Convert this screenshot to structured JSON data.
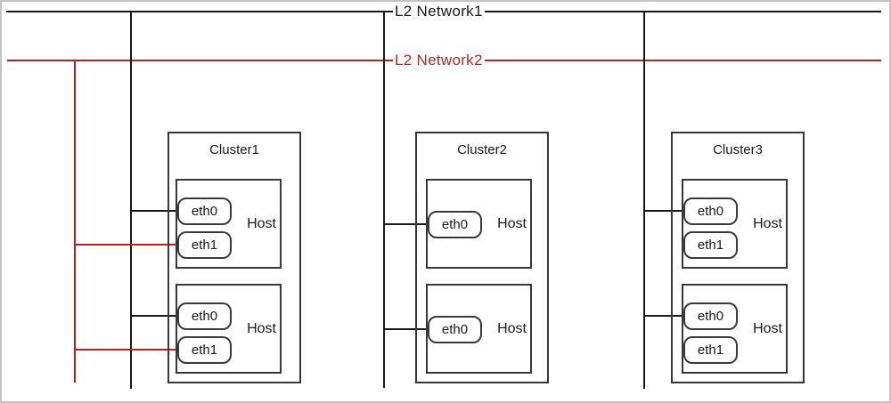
{
  "networks": [
    {
      "label": "L2 Network1",
      "color": "#1a1a1a"
    },
    {
      "label": "L2 Network2",
      "color": "#b22222"
    }
  ],
  "clusters": [
    {
      "label": "Cluster1",
      "hosts": [
        {
          "label": "Host",
          "interfaces": [
            {
              "label": "eth0",
              "connected_to": "L2 Network1"
            },
            {
              "label": "eth1",
              "connected_to": "L2 Network2"
            }
          ]
        },
        {
          "label": "Host",
          "interfaces": [
            {
              "label": "eth0",
              "connected_to": "L2 Network1"
            },
            {
              "label": "eth1",
              "connected_to": "L2 Network2"
            }
          ]
        }
      ]
    },
    {
      "label": "Cluster2",
      "hosts": [
        {
          "label": "Host",
          "interfaces": [
            {
              "label": "eth0",
              "connected_to": "L2 Network1"
            }
          ]
        },
        {
          "label": "Host",
          "interfaces": [
            {
              "label": "eth0",
              "connected_to": "L2 Network1"
            }
          ]
        }
      ]
    },
    {
      "label": "Cluster3",
      "hosts": [
        {
          "label": "Host",
          "interfaces": [
            {
              "label": "eth0",
              "connected_to": "L2 Network1"
            },
            {
              "label": "eth1",
              "connected_to": null
            }
          ]
        },
        {
          "label": "Host",
          "interfaces": [
            {
              "label": "eth0",
              "connected_to": "L2 Network1"
            },
            {
              "label": "eth1",
              "connected_to": null
            }
          ]
        }
      ]
    }
  ]
}
